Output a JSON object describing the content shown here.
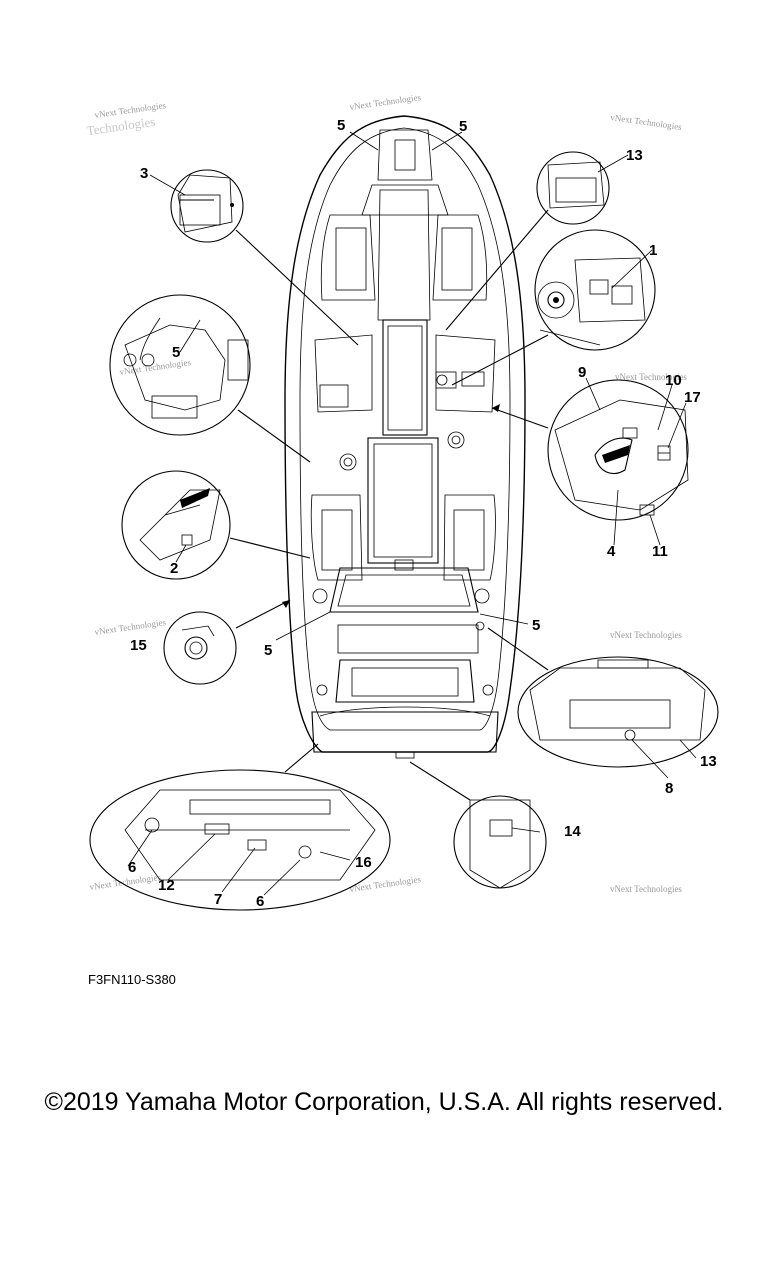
{
  "callouts": {
    "c1": "1",
    "c2": "2",
    "c3": "3",
    "c4": "4",
    "c5": "5",
    "c6": "6",
    "c7": "7",
    "c8": "8",
    "c9": "9",
    "c10": "10",
    "c11": "11",
    "c12": "12",
    "c13": "13",
    "c14": "14",
    "c15": "15",
    "c16": "16",
    "c17": "17"
  },
  "watermark": {
    "line1": "vNext Technologies",
    "line2": "Technologies"
  },
  "figure_code": "F3FN110-S380",
  "copyright": "©2019 Yamaha Motor Corporation, U.S.A. All rights reserved."
}
